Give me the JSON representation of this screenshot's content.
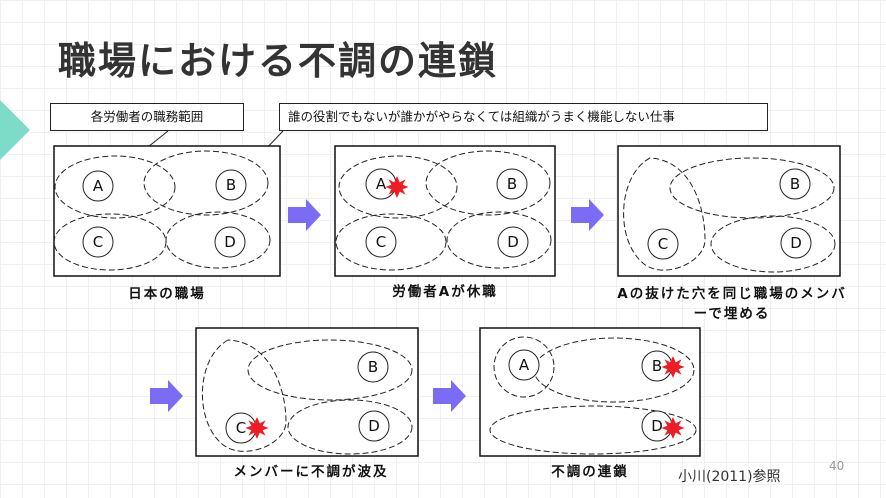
{
  "slide": {
    "title": "職場における不調の連鎖",
    "callout_scope": "各労働者の職務範囲",
    "callout_gap": "誰の役割でもないが誰かがやらなくては組織がうまく機能しない仕事",
    "captions": [
      "日本の職場",
      "労働者Aが休職",
      "Aの抜けた穴を同じ職場のメンバーで埋める",
      "メンバーに不調が波及",
      "不調の連鎖"
    ],
    "citation": "小川(2011)参照",
    "page_number": "40"
  },
  "labels": {
    "A": "A",
    "B": "B",
    "C": "C",
    "D": "D"
  },
  "colors": {
    "arrow": "#7b6cf6",
    "burst": "#ee1c24",
    "accent": "#7ddcc7",
    "title": "#333333"
  }
}
